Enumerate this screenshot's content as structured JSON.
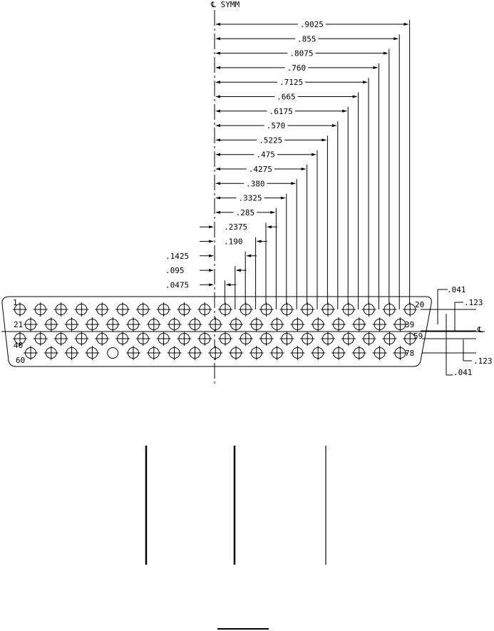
{
  "header": {
    "centerline_label": "℄ SYMM"
  },
  "dimensions": [
    ".9025",
    ".855",
    ".8075",
    ".760",
    ".7125",
    ".665",
    ".6175",
    ".570",
    ".5225",
    ".475",
    ".4275",
    ".380",
    ".3325",
    ".285",
    ".2375",
    ".190",
    ".1425",
    ".095",
    ".0475"
  ],
  "pin_numbers": {
    "row1_start": "1",
    "row1_end": "20",
    "row2_start": "21",
    "row2_end": "39",
    "row3_start": "40",
    "row3_end": "59",
    "row4_start": "60",
    "row4_end": "78"
  },
  "vertical_dims": {
    "top_gap": ".041",
    "top_pitch": ".123",
    "bottom_pitch": ".123",
    "bottom_gap": ".041"
  },
  "right_centerline_label": "℄"
}
